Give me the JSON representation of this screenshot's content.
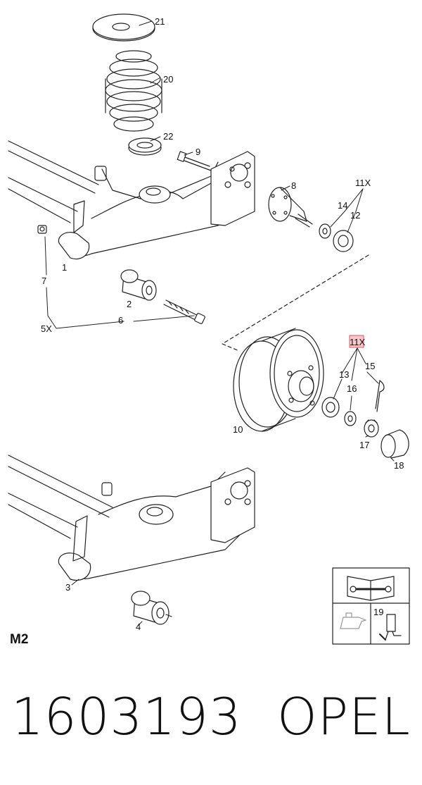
{
  "labels": {
    "l1": "1",
    "l2": "2",
    "l3": "3",
    "l4": "4",
    "l5x": "5X",
    "l6": "6",
    "l7": "7",
    "l8": "8",
    "l9": "9",
    "l10": "10",
    "l11x_a": "11X",
    "l11x_b": "11X",
    "l12": "12",
    "l13": "13",
    "l14": "14",
    "l15": "15",
    "l16": "16",
    "l17": "17",
    "l18": "18",
    "l19": "19",
    "l20": "20",
    "l21": "21",
    "l22": "22"
  },
  "section_label": "M2",
  "caption": {
    "part_number": "1603193",
    "brand": "OPEL"
  },
  "colors": {
    "line": "#222222",
    "highlight": "#f3a3a8",
    "highlight_border": "#e05560"
  },
  "legend_icons": [
    "manual-book-wrench-icon",
    "oil-can-icon",
    "grease-gun-icon"
  ]
}
